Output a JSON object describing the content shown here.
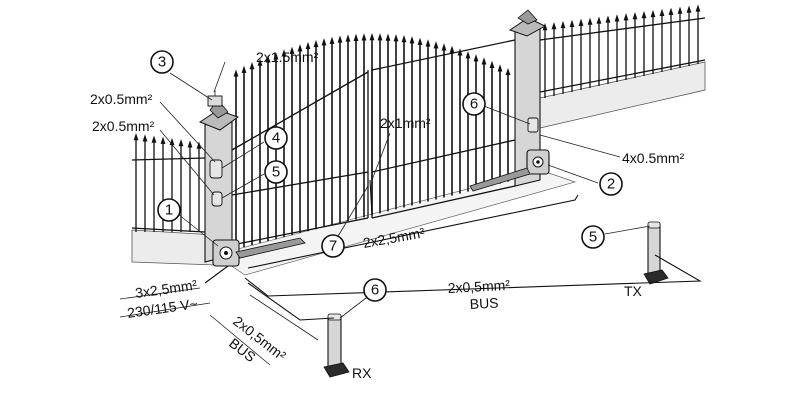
{
  "callouts": [
    {
      "number": "1"
    },
    {
      "number": "2"
    },
    {
      "number": "3"
    },
    {
      "number": "4"
    },
    {
      "number": "5"
    },
    {
      "number": "6"
    },
    {
      "number": "7"
    },
    {
      "number": "5"
    },
    {
      "number": "6"
    }
  ],
  "cable_labels": {
    "lamp_cable": "2x1.5mm²",
    "left_upper": "2x0.5mm²",
    "left_lower": "2x0.5mm²",
    "gate_cross": "2x1mm²",
    "right_cable": "4x0.5mm²",
    "ground_main": "2x2,5mm²",
    "bus_main": "2x0,5mm²",
    "bus_main_word": "BUS",
    "power": "3x2,5mm²",
    "voltage": "230/115 V~",
    "bus_left": "2x0,5mm²",
    "bus_left_word": "BUS"
  },
  "photocell_labels": {
    "tx": "TX",
    "rx": "RX"
  }
}
